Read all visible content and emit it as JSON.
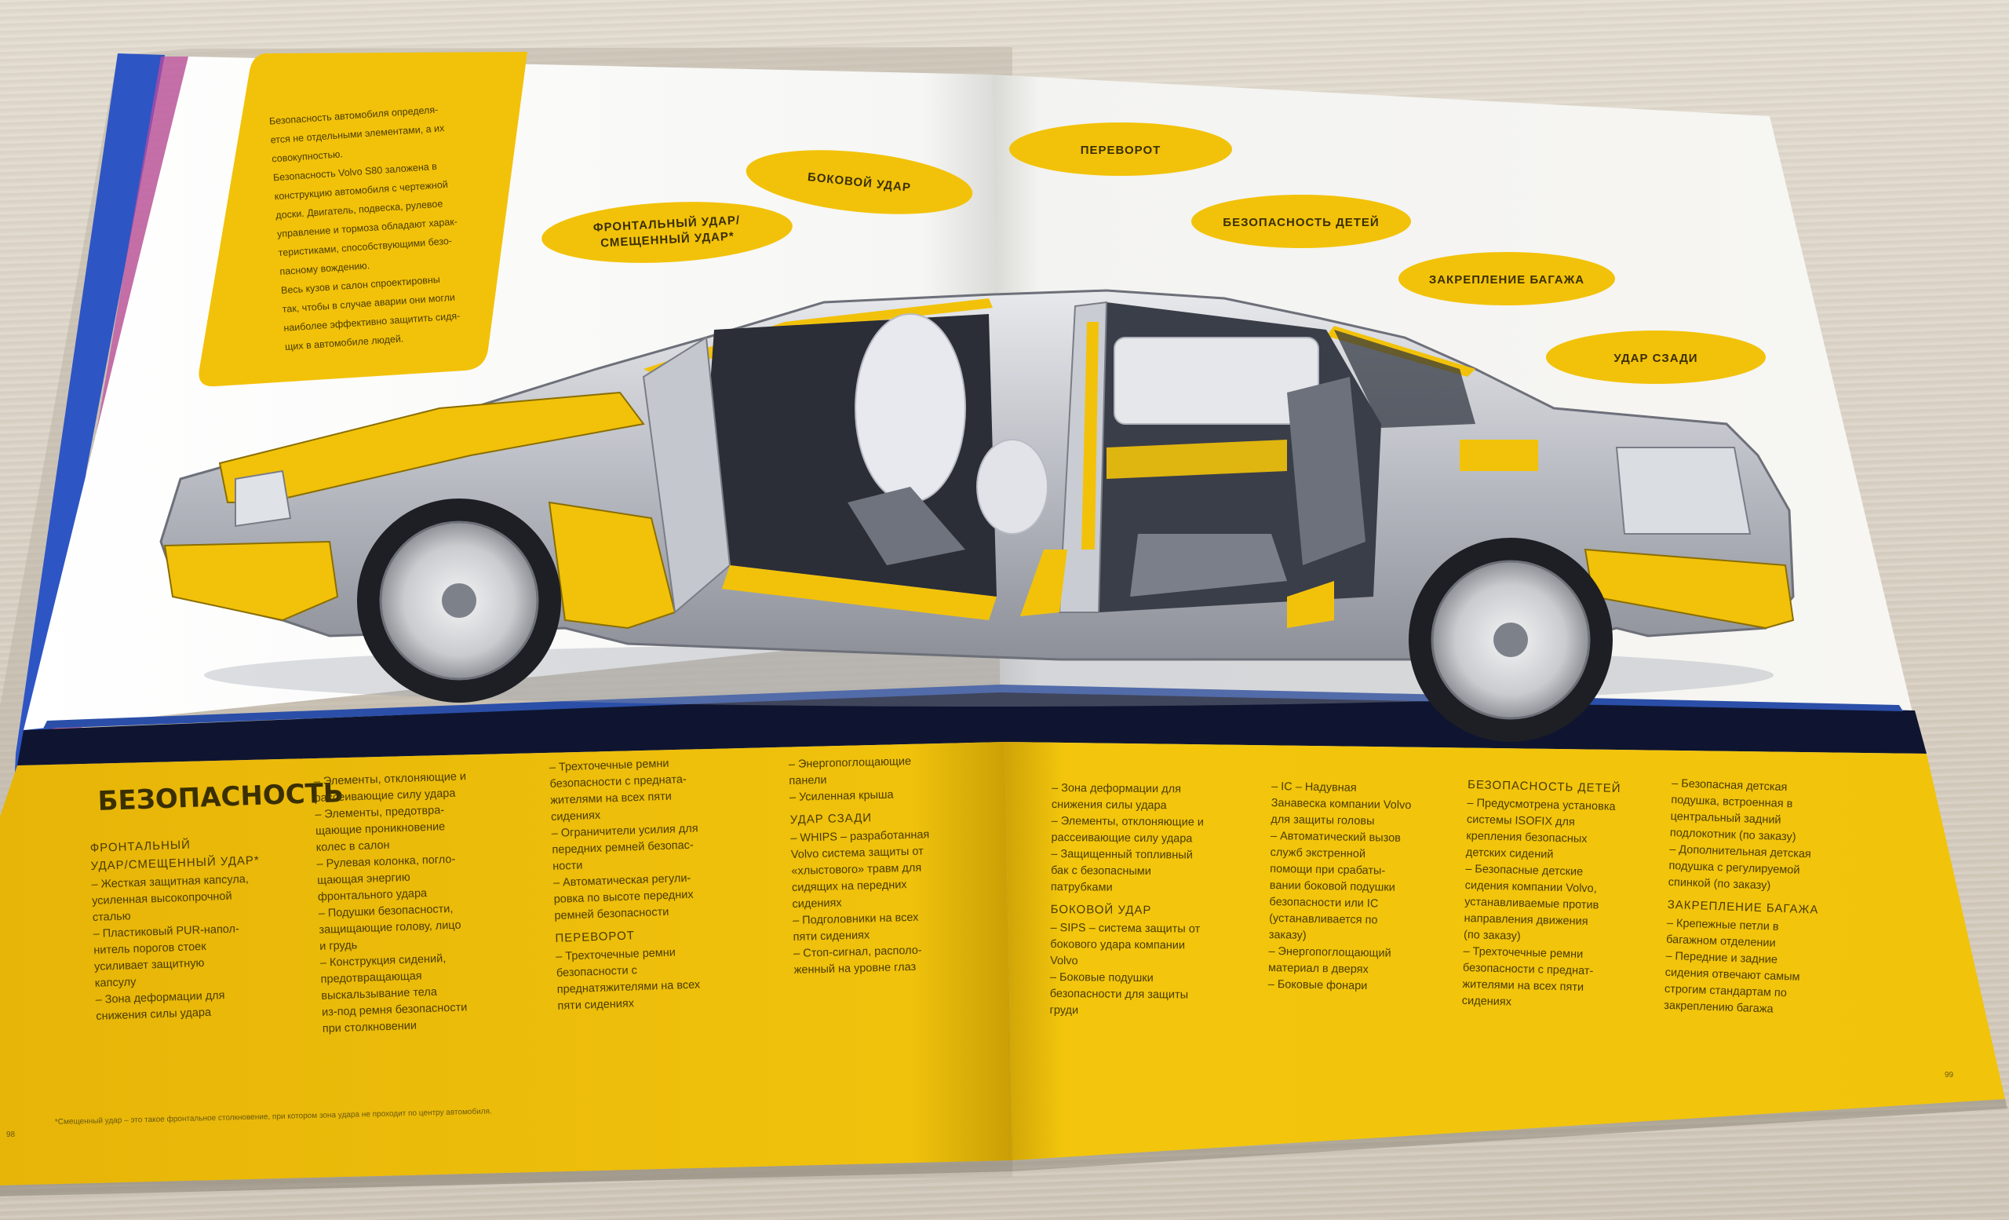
{
  "intro": {
    "lines": [
      "Безопасность автомобиля определя-",
      "ется не отдельными элементами, а их",
      "совокупностью.",
      "Безопасность Volvo S80 заложена в",
      "конструкцию автомобиля с чертежной",
      "доски. Двигатель, подвеска, рулевое",
      "управление и тормоза обладают харак-",
      "теристиками, способствующими безо-",
      "пасному вождению.",
      "Весь кузов и салон спроектировны",
      "так, чтобы в случае аварии они могли",
      "наиболее эффективно защитить сидя-",
      "щих в автомобиле людей."
    ]
  },
  "callouts": {
    "side": "БОКОВОЙ УДАР",
    "frontal_1": "ФРОНТАЛЬНЫЙ УДАР/",
    "frontal_2": "СМЕЩЕННЫЙ УДАР*",
    "rollover": "ПЕРЕВОРОТ",
    "children": "БЕЗОПАСНОСТЬ ДЕТЕЙ",
    "luggage": "ЗАКРЕПЛЕНИЕ БАГАЖА",
    "rear": "УДАР СЗАДИ"
  },
  "title": "БЕЗОПАСНОСТЬ",
  "col1": {
    "head_1": "ФРОНТАЛЬНЫЙ",
    "head_2": "УДАР/СМЕЩЕННЫЙ УДАР*",
    "lines": [
      "– Жесткая защитная капсула,",
      "усиленная высокопрочной",
      "сталью",
      "– Пластиковый PUR-напол-",
      "нитель порогов стоек",
      "усиливает защитную",
      "капсулу",
      "– Зона деформации для",
      "снижения силы удара"
    ]
  },
  "col2": {
    "lines": [
      "– Элементы, отклоняющие и",
      "рассеивающие силу удара",
      "– Элементы, предотвра-",
      "щающие проникновение",
      "колес в салон",
      "– Рулевая колонка, погло-",
      "щающая энергию",
      "фронтального удара",
      "– Подушки безопасности,",
      "защищающие голову, лицо",
      "и грудь",
      "– Конструкция сидений,",
      "предотвращающая",
      "выскальзывание тела",
      "из-под ремня безопасности",
      "при столкновении"
    ]
  },
  "col3": {
    "lines": [
      "– Трехточечные ремни",
      "безопасности с предната-",
      "жителями на всех пяти",
      "сидениях",
      "– Ограничители усилия для",
      "передних ремней безопас-",
      "ности",
      "– Автоматическая регули-",
      "ровка по высоте передних",
      "ремней безопасности"
    ],
    "head": "ПЕРЕВОРОТ",
    "lines2": [
      "– Трехточечные ремни",
      "безопасности с",
      "преднатяжителями на всех",
      "пяти сидениях"
    ]
  },
  "col4": {
    "lines": [
      "– Энергопоглощающие",
      "панели",
      "– Усиленная крыша"
    ],
    "head": "УДАР СЗАДИ",
    "lines2": [
      "– WHIPS – разработанная",
      "Volvo система защиты от",
      "«хлыстового» травм для",
      "сидящих на передних",
      "сидениях",
      "– Подголовники на всех",
      "пяти сидениях",
      "– Стоп-сигнал, располо-",
      "женный на уровне глаз"
    ]
  },
  "col5": {
    "lines": [
      "– Зона деформации для",
      "снижения силы удара",
      "– Элементы, отклоняющие и",
      "рассеивающие силу удара",
      "– Защищенный топливный",
      "бак с безопасными",
      "патрубками"
    ],
    "head": "БОКОВОЙ УДАР",
    "lines2": [
      "– SIPS – система защиты от",
      "бокового удара компании",
      "Volvo",
      "– Боковые подушки",
      "безопасности для защиты",
      "груди"
    ]
  },
  "col6": {
    "lines": [
      "– IC – Надувная",
      "Занавеска компании Volvo",
      "для защиты головы",
      "– Автоматический вызов",
      "служб экстренной",
      "помощи при срабаты-",
      "вании боковой подушки",
      "безопасности или IC",
      "(устанавливается по",
      "заказу)",
      "– Энергопоглощающий",
      "материал в дверях",
      "– Боковые фонари"
    ]
  },
  "col7": {
    "head": "БЕЗОПАСНОСТЬ ДЕТЕЙ",
    "lines": [
      "– Предусмотрена установка",
      "системы ISOFIX для",
      "крепления безопасных",
      "детских сидений",
      "– Безопасные детские",
      "сидения компании Volvo,",
      "устанавливаемые против",
      "направления движения",
      "(по заказу)",
      "– Трехточечные ремни",
      "безопасности с преднат-",
      "жителями на всех пяти",
      "сидениях"
    ]
  },
  "col8": {
    "lines": [
      "– Безопасная детская",
      "подушка, встроенная в",
      "центральный задний",
      "подлокотник (по заказу)",
      "– Дополнительная детская",
      "подушка с регулируемой",
      "спинкой (по заказу)"
    ],
    "head": "ЗАКРЕПЛЕНИЕ БАГАЖА",
    "lines2": [
      "– Крепежные петли в",
      "багажном отделении",
      "– Передние и задние",
      "сидения отвечают самым",
      "строгим стандартам по",
      "закреплению багажа"
    ]
  },
  "footnote": "*Смещенный удар – это такое фронтальное столкновение, при котором зона удара не проходит по центру автомобиля.",
  "page_left": "98",
  "page_right": "99",
  "colors": {
    "yellow": "#f2c20a",
    "paper": "#f7f6f2",
    "navy": "#0e1530",
    "blue_stripe": "#2b4fa8"
  }
}
